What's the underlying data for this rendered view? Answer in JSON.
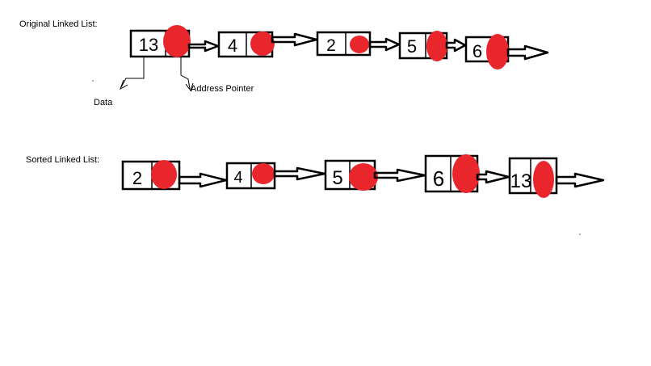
{
  "original": {
    "label": "Original Linked List:",
    "nodes": [
      "13",
      "4",
      "2",
      "5",
      "6"
    ]
  },
  "sorted": {
    "label": "Sorted Linked List:",
    "nodes": [
      "2",
      "4",
      "5",
      "6",
      "13"
    ]
  },
  "annotations": {
    "data": "Data",
    "address_pointer": "Address Pointer"
  },
  "colors": {
    "stroke": "#000000",
    "pointer_blob": "#e8262b"
  }
}
